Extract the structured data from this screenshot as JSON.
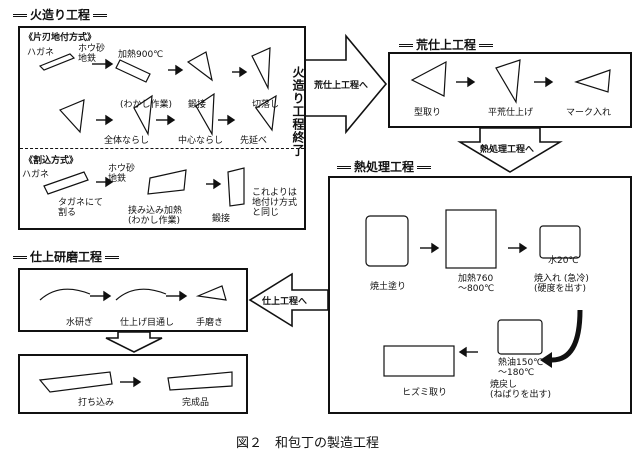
{
  "caption": "図２　和包丁の製造工程",
  "forging": {
    "title": "火造り工程",
    "single_bevel": {
      "heading": "《片刃地付方式》",
      "labels": {
        "hagane": "ハガネ",
        "houza_jigane": "ホウ砂\n地鉄",
        "heat": "加熱900℃",
        "wakashi": "(わかし作業)",
        "tanzetsu": "鍛接",
        "kiriotoshi": "切落し",
        "zentai": "全体ならし",
        "chushin": "中心ならし",
        "sakinobe": "先延べ"
      }
    },
    "warikomi": {
      "heading": "《割込方式》",
      "labels": {
        "hagane": "ハガネ",
        "houza_jigane": "ホウ砂\n地鉄",
        "wari": "タガネにて\n割る",
        "hasami": "挟み込み加熱\n(わかし作業)",
        "tanzetsu": "鍛接",
        "kore": "これよりは\n地付け方式\nと同じ"
      }
    }
  },
  "forging_end": "火造り工程終了",
  "rough_arrow": "荒仕上工程へ",
  "rough": {
    "title": "荒仕上工程",
    "labels": {
      "katatori": "型取り",
      "hiraage": "平荒仕上げ",
      "mark": "マーク入れ"
    }
  },
  "heat_arrow": "熱処理工程へ",
  "heat": {
    "title": "熱処理工程",
    "labels": {
      "yakitsuchi": "焼土塗り",
      "heat": "加熱760\n～800℃",
      "water": "水20℃",
      "yakiire": "焼入れ (急冷)\n(硬度を出す)",
      "oil": "熱油150℃\n～180℃",
      "yakimodoshi": "焼戻し\n(ねばりを出す)",
      "hizumi": "ヒズミ取り"
    }
  },
  "finish_arrow": "仕上工程へ",
  "finish": {
    "title": "仕上研磨工程",
    "labels": {
      "mizutogi": "水研ぎ",
      "shiage": "仕上げ目通し",
      "temigaki": "手磨き"
    }
  },
  "final": {
    "labels": {
      "uchikomi": "打ち込み",
      "kansei": "完成品"
    }
  }
}
